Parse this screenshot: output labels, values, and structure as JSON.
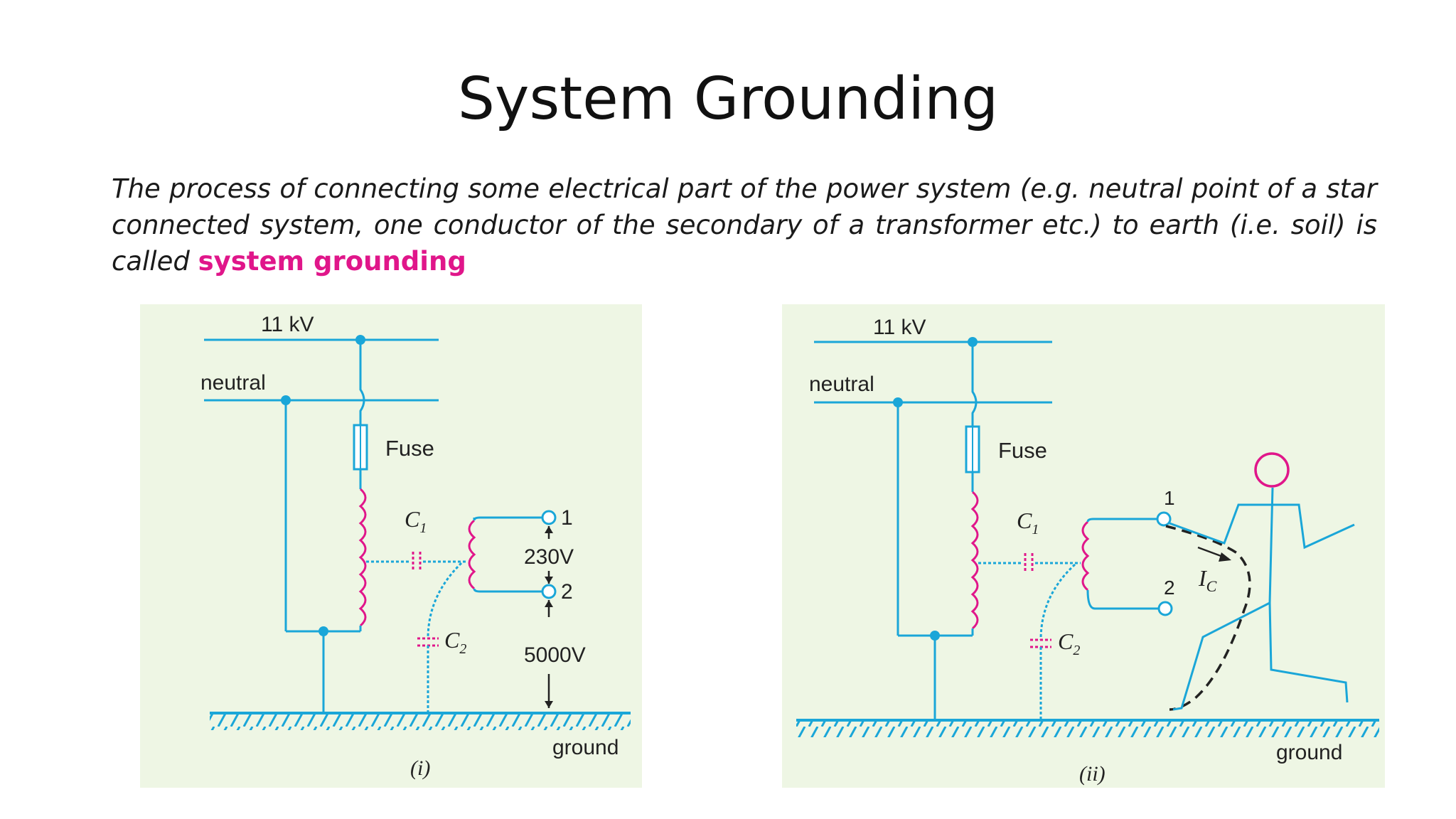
{
  "slide": {
    "title": "System Grounding",
    "description": "The process of connecting some electrical part of the power system (e.g. neutral point of a star connected system, one conductor of the secondary of a transformer etc.) to earth (i.e. soil) is called",
    "highlight": "system grounding"
  },
  "colors": {
    "highlight": "#e0168a",
    "panel_bg": "#eef6e4",
    "wire": "#1aa6d8",
    "coil": "#e0168a",
    "person": "#e0168a"
  },
  "diagram_1": {
    "voltage_label": "11 kV",
    "neutral_label": "neutral",
    "fuse_label": "Fuse",
    "c1_label": "C",
    "c1_sub": "1",
    "c2_label": "C",
    "c2_sub": "2",
    "terminal_1": "1",
    "terminal_2": "2",
    "voltage_230": "230V",
    "voltage_5000": "5000V",
    "ground_label": "ground",
    "caption": "(i)"
  },
  "diagram_2": {
    "voltage_label": "11 kV",
    "neutral_label": "neutral",
    "fuse_label": "Fuse",
    "c1_label": "C",
    "c1_sub": "1",
    "c2_label": "C",
    "c2_sub": "2",
    "terminal_1": "1",
    "terminal_2": "2",
    "current_label": "I",
    "current_sub": "C",
    "ground_label": "ground",
    "caption": "(ii)",
    "person_icon": "running-person-icon"
  }
}
